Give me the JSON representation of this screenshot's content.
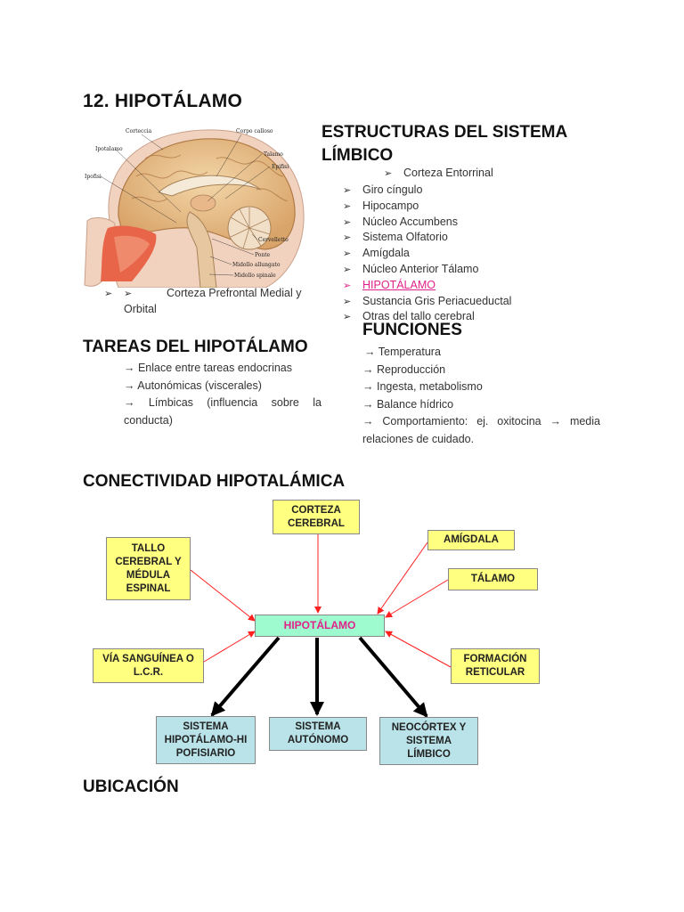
{
  "title": "12. HIPOTÁLAMO",
  "brain_labels": {
    "corteccia": "Corteccia",
    "corpo_calloso": "Corpo calloso",
    "ipotalamo": "Ipotalamo",
    "talamo": "Talamo",
    "epifisi": "Epifisi",
    "ipofisi": "Ipofisi",
    "cervelletto": "Cervelletto",
    "ponte": "Ponte",
    "midollo_allungato": "Midollo allungato",
    "midollo_spinale": "Midollo spinale"
  },
  "left_bullet": {
    "marker1": "➢",
    "marker2": "➢",
    "text_line1": "Corteza Prefrontal Medial y",
    "text_line2": "Orbital"
  },
  "estructuras": {
    "heading_line1": "ESTRUCTURAS DEL SISTEMA",
    "heading_line2": "LÍMBICO",
    "marker": "➢",
    "first": "Corteza Entorrinal",
    "items": [
      "Giro cíngulo",
      "Hipocampo",
      "Núcleo Accumbens",
      "Sistema Olfatorio",
      "Amígdala",
      "Núcleo Anterior Tálamo",
      "HIPOTÁLAMO",
      "Sustancia Gris Periacueductal",
      "Otras del tallo cerebral"
    ]
  },
  "tareas": {
    "heading": "TAREAS DEL HIPOTÁLAMO",
    "items": [
      "→ Enlace entre tareas endocrinas",
      "→ Autonómicas (viscerales)"
    ],
    "last_line1": "→ Límbicas (influencia sobre la",
    "last_line2": "conducta)"
  },
  "funciones": {
    "heading": "FUNCIONES",
    "items": [
      "→ Temperatura",
      "→ Reproducción",
      "→ Ingesta, metabolismo",
      "→ Balance hídrico"
    ],
    "last_line1": "→ Comportamiento: ej. oxitocina → media",
    "last_line2": "relaciones de cuidado."
  },
  "conectividad": {
    "heading": "CONECTIVIDAD HIPOTALÁMICA",
    "center": "HIPOTÁLAMO",
    "corteza": [
      "CORTEZA",
      "CEREBRAL"
    ],
    "amigdala": "AMÍGDALA",
    "talamo": "TÁLAMO",
    "tallo": [
      "TALLO",
      "CEREBRAL Y",
      "MÉDULA",
      "ESPINAL"
    ],
    "via": [
      "VÍA SANGUÍNEA O",
      "L.C.R."
    ],
    "formacion": [
      "FORMACIÓN",
      "RETICULAR"
    ],
    "hipofisiario": [
      "SISTEMA",
      "HIPOTÁLAMO-HI",
      "POFISIARIO"
    ],
    "autonomo": [
      "SISTEMA",
      "AUTÓNOMO"
    ],
    "neocortex": [
      "NEOCÓRTEX Y",
      "SISTEMA",
      "LÍMBICO"
    ],
    "colors": {
      "input_arrow": "#ff2020",
      "output_arrow": "#000000",
      "yellow": "#ffff80",
      "blue": "#b9e3e9",
      "center": "#9efbd0",
      "center_text": "#e0218a"
    }
  },
  "ubicacion": {
    "heading": "UBICACIÓN"
  }
}
